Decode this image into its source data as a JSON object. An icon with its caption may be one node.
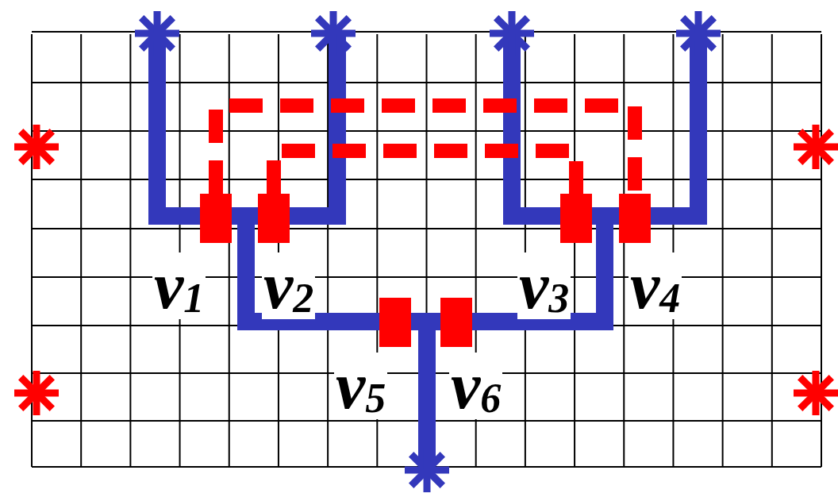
{
  "diagram": {
    "nodes": [
      {
        "text": [],
        "shape": "box",
        "beside": [
          "v$_{1}$"
        ]
      },
      {
        "text": [],
        "shape": "box",
        "beside": [
          "v$_{2}$"
        ]
      },
      {
        "text": [],
        "shape": "box",
        "beside": [
          "v$_{3}$"
        ]
      },
      {
        "text": [],
        "shape": "box",
        "beside": [
          "v$_{4}$"
        ]
      },
      {
        "text": [],
        "shape": "box",
        "beside": [
          "v$_{5}$"
        ]
      },
      {
        "text": [],
        "shape": "box",
        "beside": [
          "v$_{6}$"
        ]
      }
    ],
    "edges": [
      {
        "from": 0,
        "to": 3,
        "arrow": "none",
        "style": "dashed"
      },
      {
        "from": 1,
        "to": 2,
        "arrow": "none",
        "style": "dashed"
      }
    ]
  }
}
